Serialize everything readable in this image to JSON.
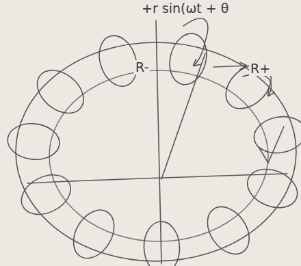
{
  "diagram": {
    "labels": [
      "+r sin(ωt + θ",
      "R-",
      "R+"
    ]
  }
}
